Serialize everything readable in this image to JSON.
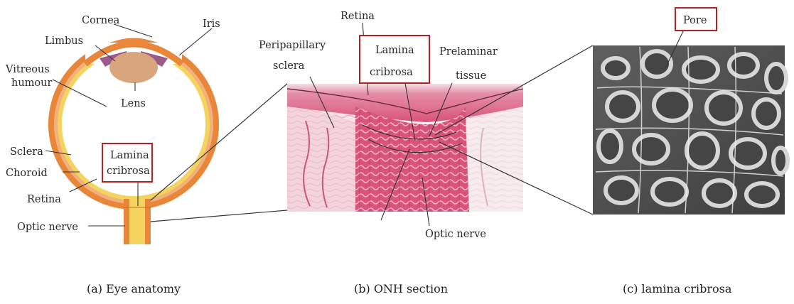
{
  "panels": {
    "eye": {
      "labels": {
        "cornea": "Cornea",
        "limbus": "Limbus",
        "iris": "Iris",
        "vitreous_1": "Vitreous",
        "vitreous_2": "humour",
        "lens": "Lens",
        "sclera": "Sclera",
        "choroid": "Choroid",
        "retina": "Retina",
        "optic_nerve": "Optic nerve",
        "lamina_1": "Lamina",
        "lamina_2": "cribrosa"
      },
      "caption": "(a)  Eye anatomy"
    },
    "onh": {
      "labels": {
        "retina": "Retina",
        "peripapillary_1": "Peripapillary",
        "peripapillary_2": "sclera",
        "lamina_1": "Lamina",
        "lamina_2": "cribrosa",
        "prelaminar_1": "Prelaminar",
        "prelaminar_2": "tissue",
        "optic_nerve": "Optic nerve"
      },
      "caption": "(b)  ONH section"
    },
    "lamina": {
      "labels": {
        "pore": "Pore"
      },
      "caption": "(c)  lamina cribrosa"
    }
  },
  "colors": {
    "highlight_box": "#b22222",
    "sclera": "#e8873a",
    "choroid": "#f2b07a",
    "retina": "#f4d35e",
    "lens": "#d9a57c",
    "iris": "#9b5a8a",
    "tissue_pink": "#d9537a",
    "mesh_gray": "#8a8a8a"
  }
}
